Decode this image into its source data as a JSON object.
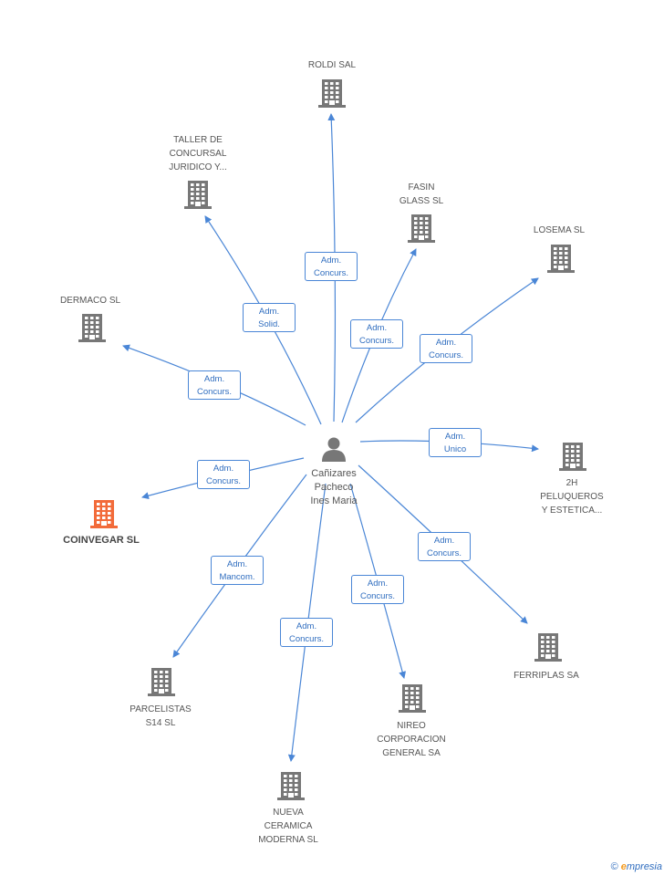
{
  "center": {
    "name_lines": [
      "Cañizares",
      "Pacheco",
      "Ines Maria"
    ]
  },
  "colors": {
    "edge": "#4a86d6",
    "building": "#777777",
    "highlight": "#f26b3a",
    "person": "#777777"
  },
  "nodes": [
    {
      "id": "roldi",
      "lines": [
        "ROLDI SAL"
      ],
      "highlight": false
    },
    {
      "id": "taller",
      "lines": [
        "TALLER DE",
        "CONCURSAL",
        "JURIDICO Y..."
      ],
      "highlight": false
    },
    {
      "id": "fasin",
      "lines": [
        "FASIN",
        "GLASS SL"
      ],
      "highlight": false
    },
    {
      "id": "losema",
      "lines": [
        "LOSEMA SL"
      ],
      "highlight": false
    },
    {
      "id": "dermaco",
      "lines": [
        "DERMACO SL"
      ],
      "highlight": false
    },
    {
      "id": "h2",
      "lines": [
        "2H",
        "PELUQUEROS",
        "Y ESTETICA..."
      ],
      "highlight": false
    },
    {
      "id": "coinvegar",
      "lines": [
        "COINVEGAR SL"
      ],
      "highlight": true
    },
    {
      "id": "ferriplas",
      "lines": [
        "FERRIPLAS SA"
      ],
      "highlight": false
    },
    {
      "id": "parcelistas",
      "lines": [
        "PARCELISTAS",
        "S14 SL"
      ],
      "highlight": false
    },
    {
      "id": "nireo",
      "lines": [
        "NIREO",
        "CORPORACION",
        "GENERAL SA"
      ],
      "highlight": false
    },
    {
      "id": "nueva",
      "lines": [
        "NUEVA",
        "CERAMICA",
        "MODERNA SL"
      ],
      "highlight": false
    }
  ],
  "edges": [
    {
      "to": "roldi",
      "label": [
        "Adm.",
        "Concurs."
      ]
    },
    {
      "to": "taller",
      "label": [
        "Adm.",
        "Solid."
      ]
    },
    {
      "to": "fasin",
      "label": [
        "Adm.",
        "Concurs."
      ]
    },
    {
      "to": "losema",
      "label": [
        "Adm.",
        "Concurs."
      ]
    },
    {
      "to": "dermaco",
      "label": [
        "Adm.",
        "Concurs."
      ]
    },
    {
      "to": "h2",
      "label": [
        "Adm.",
        "Unico"
      ]
    },
    {
      "to": "coinvegar",
      "label": [
        "Adm.",
        "Concurs."
      ]
    },
    {
      "to": "ferriplas",
      "label": [
        "Adm.",
        "Concurs."
      ]
    },
    {
      "to": "parcelistas",
      "label": [
        "Adm.",
        "Mancom."
      ]
    },
    {
      "to": "nireo",
      "label": [
        "Adm.",
        "Concurs."
      ]
    },
    {
      "to": "nueva",
      "label": [
        "Adm.",
        "Concurs."
      ]
    }
  ],
  "footer": {
    "copyright": "©",
    "brand_first": "e",
    "brand_rest": "mpresia"
  }
}
